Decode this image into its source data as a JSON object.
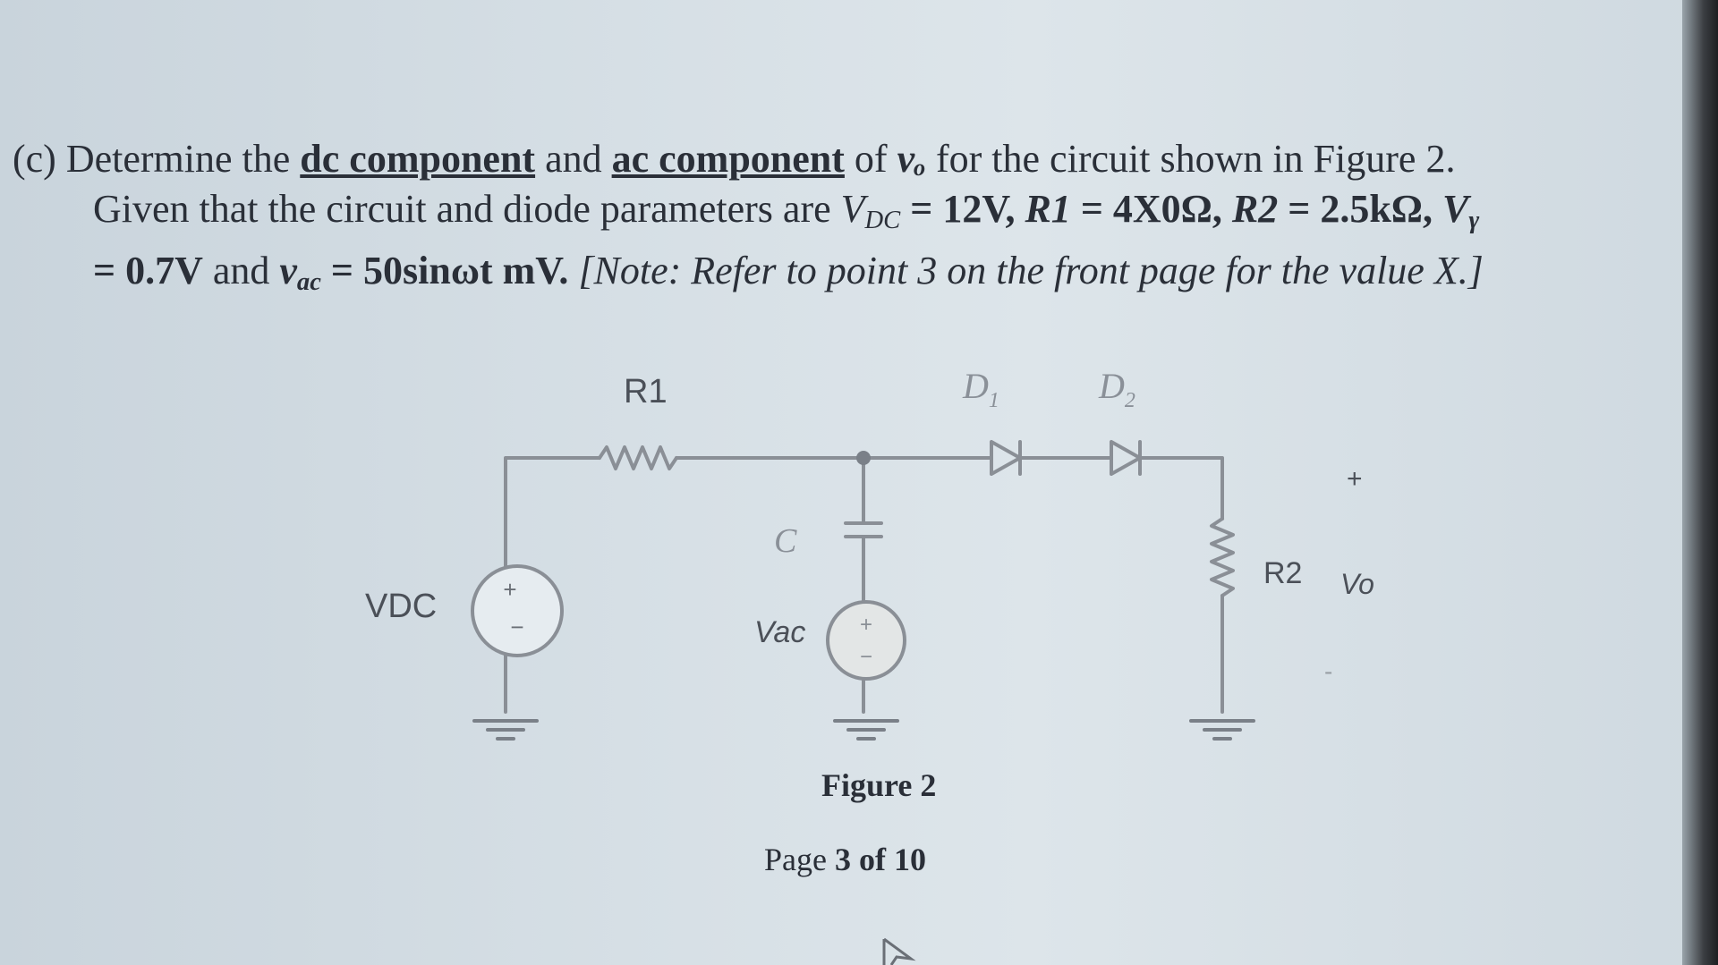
{
  "question": {
    "part": "(c)",
    "line1_a": "Determine the",
    "dc_component": "dc component",
    "line1_b": "and",
    "ac_component": "ac component",
    "line1_c": "of",
    "vo_symbol": "vₒ",
    "line1_d": "for the circuit shown in Figure 2.",
    "line2_a": "Given that the circuit and diode parameters are",
    "vdc_param": "V",
    "vdc_sub": "DC",
    "vdc_value": "= 12V,",
    "r1_param": "R1",
    "r1_value": "= 4X0Ω,",
    "r2_param": "R2",
    "r2_value": "= 2.5kΩ,",
    "vgamma_param": "V",
    "vgamma_sub": "γ",
    "line3_a": "= 0.7V",
    "line3_and": "and",
    "vac_param": "v",
    "vac_sub": "ac",
    "vac_value": "= 50sinωt mV.",
    "note": "[Note: Refer to point 3 on the front page for the value X.]"
  },
  "circuit": {
    "vdc_label": "VDC",
    "r1_label": "R1",
    "d1_label": "D",
    "d1_sub": "1",
    "d2_label": "D",
    "d2_sub": "2",
    "c_label": "C",
    "vac_label": "Vac",
    "r2_label": "R2",
    "vo_label": "Vo",
    "plus": "+",
    "minus": "-",
    "src_plus": "+",
    "src_minus": "−"
  },
  "figure_caption": "Figure 2",
  "page": {
    "prefix": "Page",
    "current": "3",
    "of": "of",
    "total": "10"
  },
  "icons": [
    "mouse-cursor-icon"
  ]
}
